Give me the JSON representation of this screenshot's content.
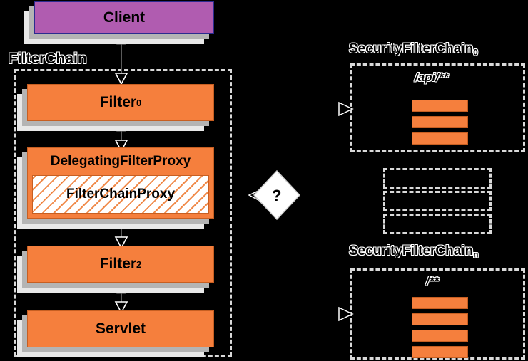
{
  "diagram": {
    "title": "Spring Security FilterChain to SecurityFilterChain mapping",
    "colors": {
      "background": "#000000",
      "filter_orange": "#f57f3d",
      "filter_orange_border": "#c75f22",
      "client_purple": "#b05cb0",
      "client_border": "#2b2b8f",
      "dashed_outline": "#d9d9d9",
      "shadow_light": "#e8e8e8",
      "shadow_mid": "#b4b4b4",
      "text": "#000000",
      "text_outline": "#ffffff"
    }
  },
  "left_column": {
    "group_label": "FilterChain",
    "client": {
      "label": "Client",
      "style": "purple"
    },
    "filter0": {
      "label": "Filter",
      "subscript": "0",
      "style": "orange"
    },
    "delegating_filter_proxy": {
      "label": "DelegatingFilterProxy",
      "inner_label": "FilterChainProxy",
      "style": "orange-hatched"
    },
    "filter2": {
      "label": "Filter",
      "subscript": "2",
      "style": "orange"
    },
    "servlet": {
      "label": "Servlet",
      "style": "orange"
    }
  },
  "decision": {
    "label": "?",
    "shape": "diamond"
  },
  "right_column": {
    "chain_first": {
      "label": "SecurityFilterChain",
      "subscript": "0",
      "pattern": "/api/**",
      "filter_count": 3
    },
    "chain_middle_placeholder": {
      "bar_count": 3,
      "note": "omitted chains"
    },
    "chain_last": {
      "label": "SecurityFilterChain",
      "subscript": "n",
      "pattern": "/**",
      "filter_count": 4
    }
  }
}
